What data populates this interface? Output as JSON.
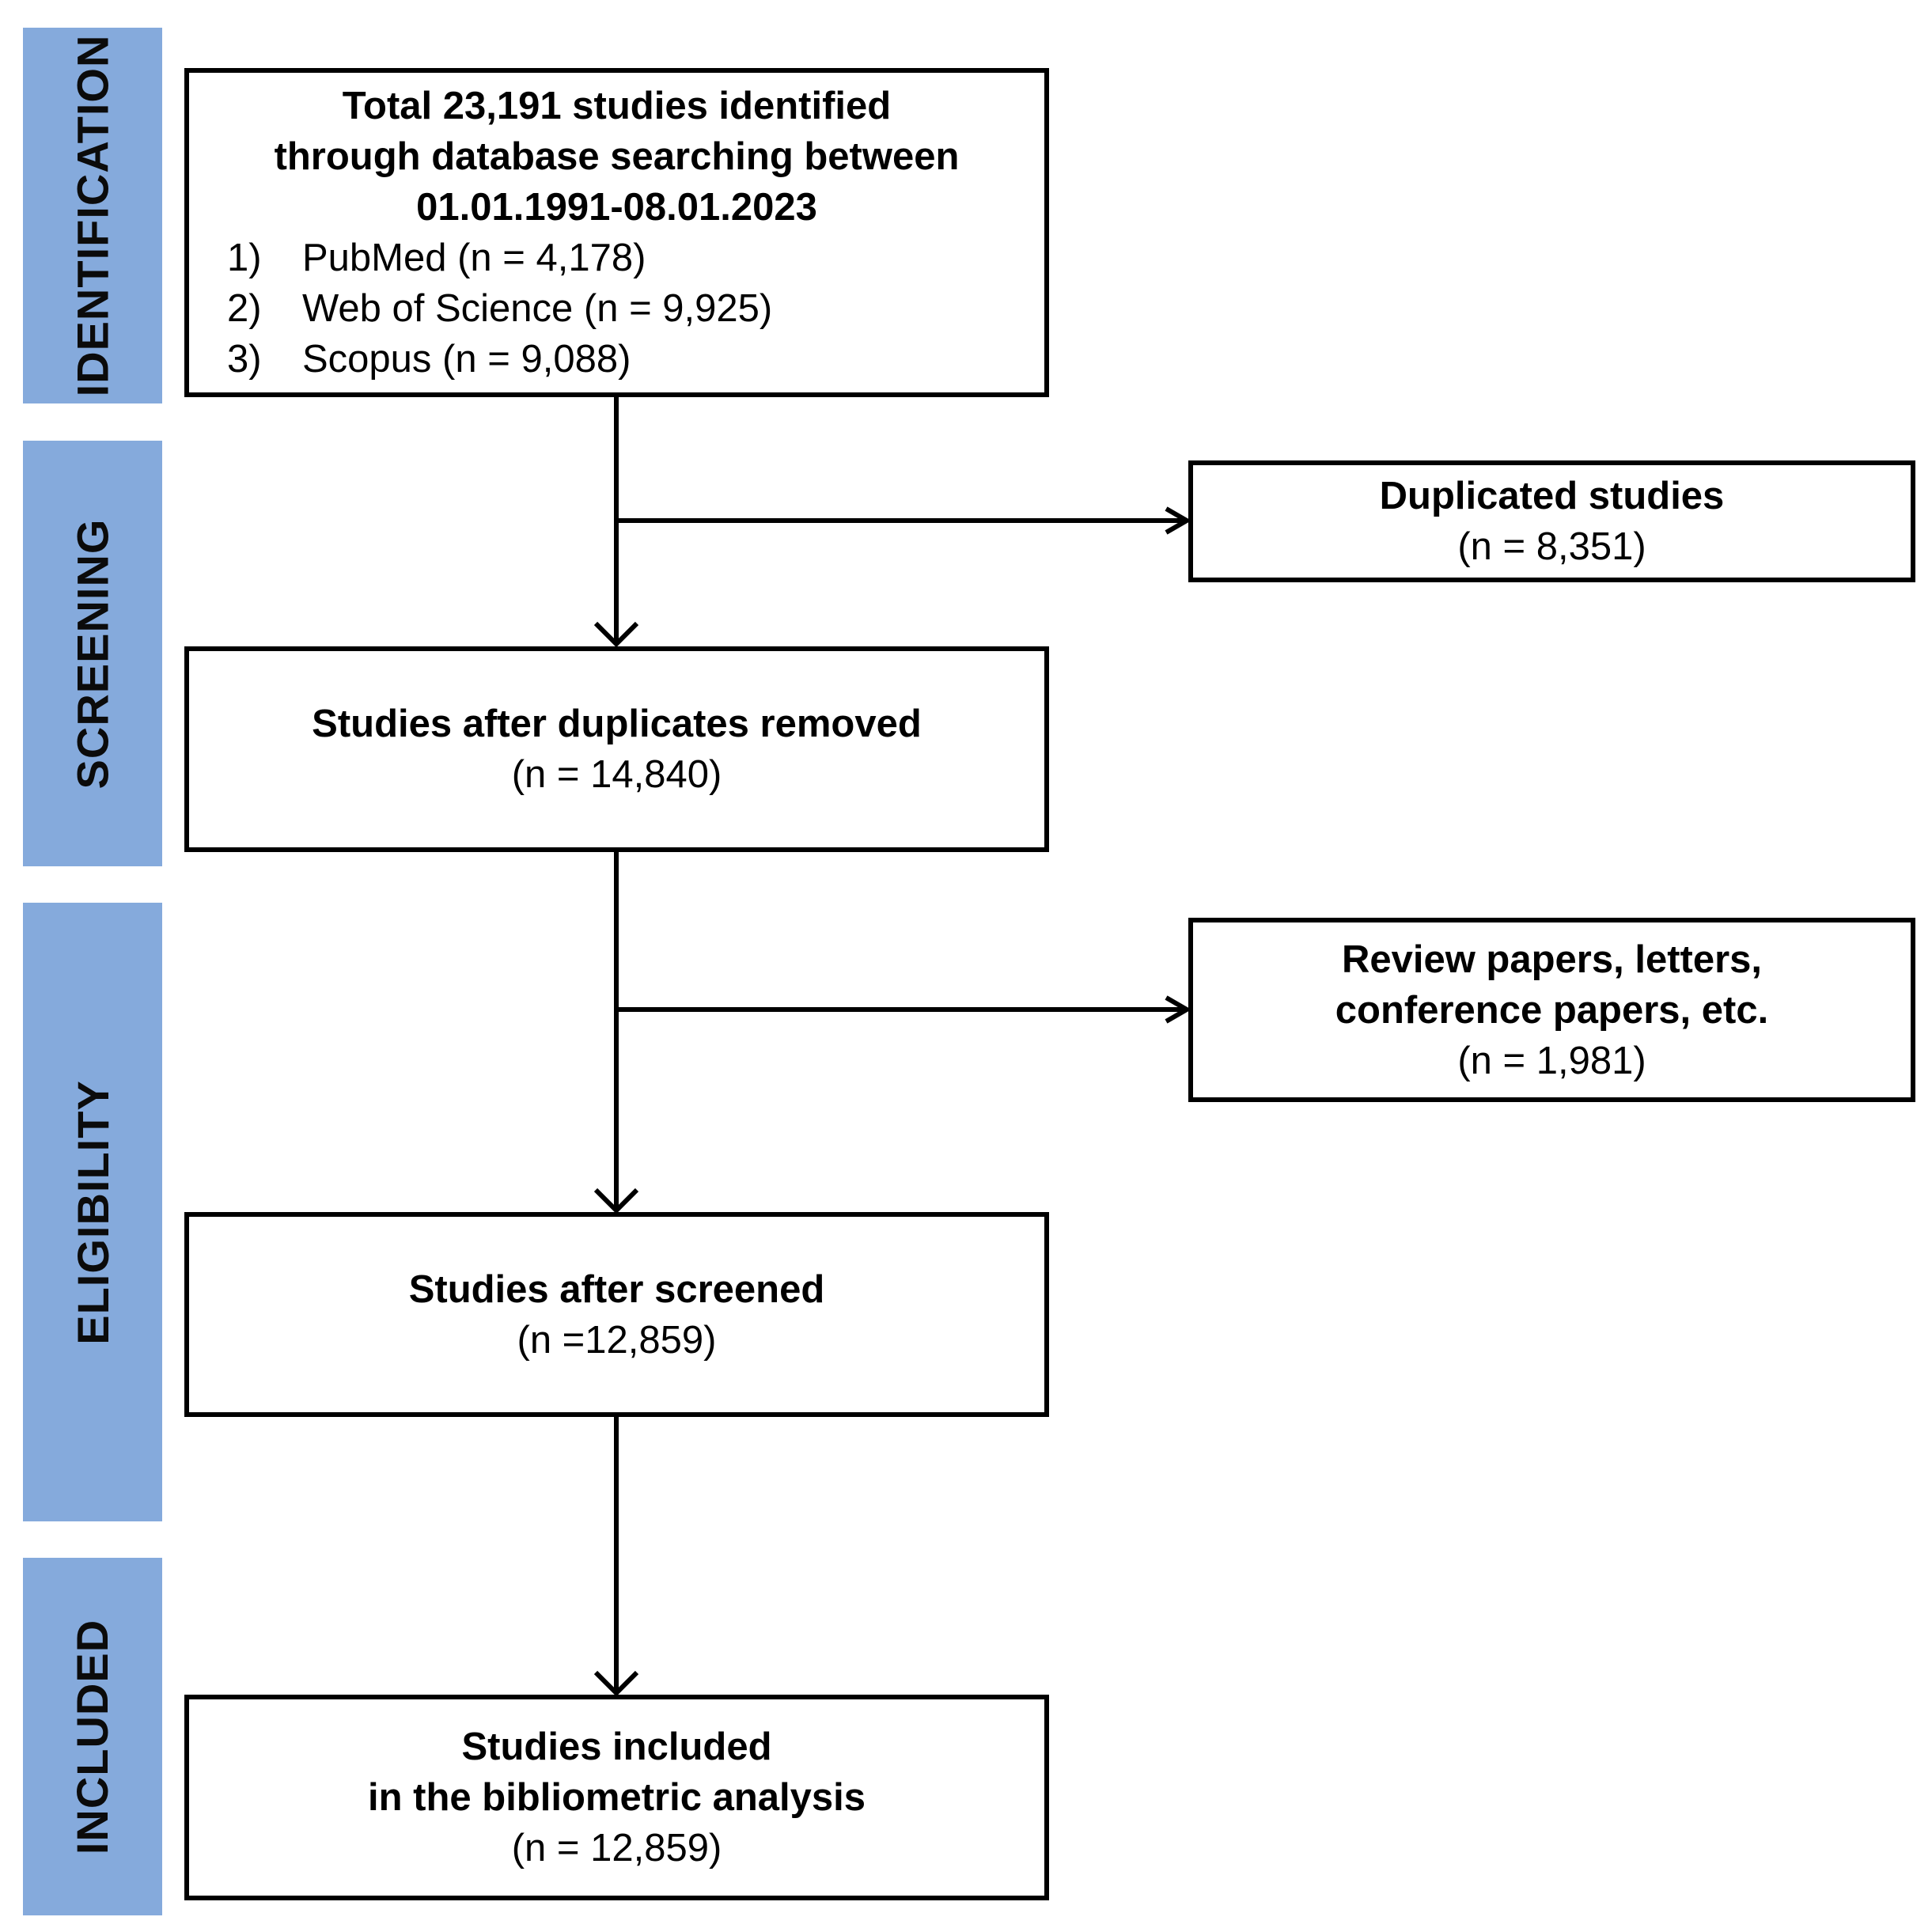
{
  "stages": [
    "IDENTIFICATION",
    "SCREENING",
    "ELIGIBILITY",
    "INCLUDED"
  ],
  "identification": {
    "title_lines": [
      "Total 23,191 studies identified",
      "through database searching between",
      "01.01.1991-08.01.2023"
    ],
    "sources": [
      {
        "num": "1)",
        "label": "PubMed (n = 4,178)"
      },
      {
        "num": "2)",
        "label": "Web of Science (n = 9,925)"
      },
      {
        "num": "3)",
        "label": "Scopus (n = 9,088)"
      }
    ]
  },
  "duplicated": {
    "title": "Duplicated studies",
    "count": "(n = 8,351)"
  },
  "after_duplicates": {
    "title": "Studies after duplicates removed",
    "count": "(n = 14,840)"
  },
  "excluded": {
    "title_lines": [
      "Review papers, letters,",
      "conference papers, etc."
    ],
    "count": "(n = 1,981)"
  },
  "after_screened": {
    "title": "Studies after screened",
    "count": "(n =12,859)"
  },
  "included": {
    "title_lines": [
      "Studies included",
      "in the bibliometric analysis"
    ],
    "count": "(n = 12,859)"
  },
  "colors": {
    "stage_bar": "#85aadc",
    "box_border": "#000000",
    "arrow": "#000000"
  }
}
